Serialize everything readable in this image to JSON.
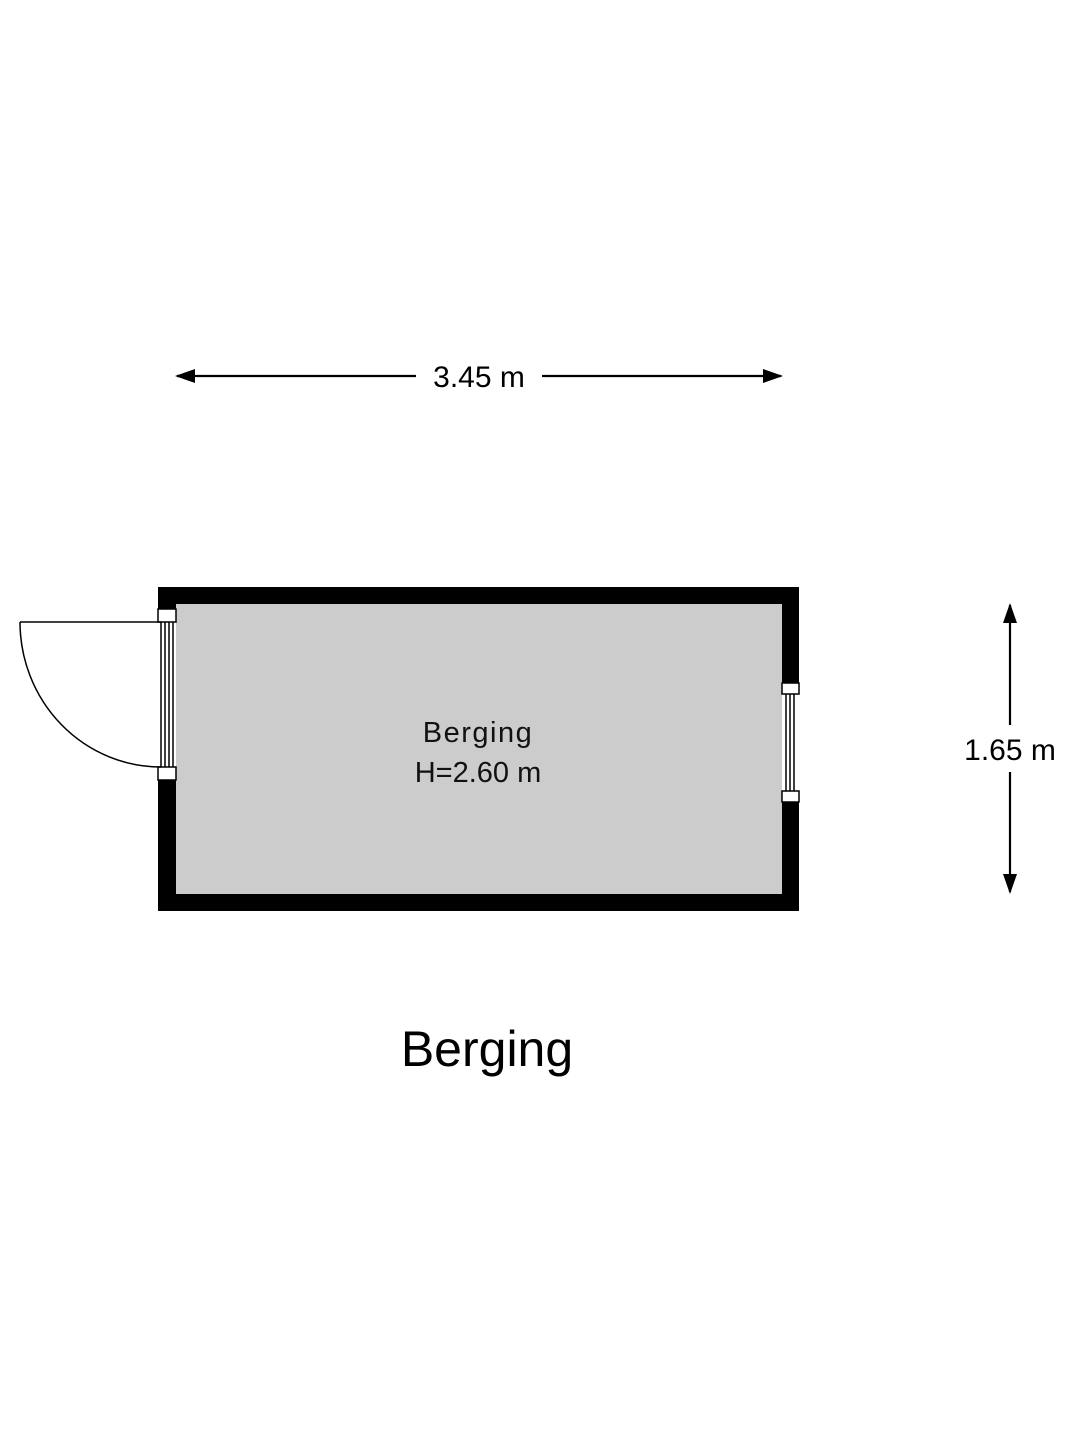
{
  "plan": {
    "title": "Berging",
    "room": {
      "name": "Berging",
      "height_label": "H=2.60 m"
    },
    "dimensions": {
      "width_label": "3.45 m",
      "depth_label": "1.65 m"
    },
    "colors": {
      "wall": "#000000",
      "floor": "#cccccc",
      "background": "#ffffff",
      "opening": "#ffffff"
    }
  }
}
